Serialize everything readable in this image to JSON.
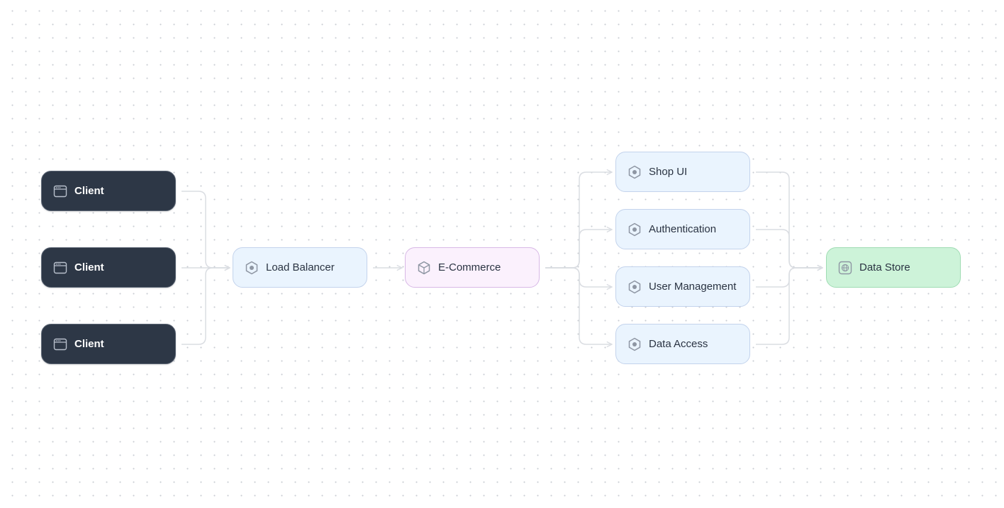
{
  "diagram": {
    "nodes": {
      "client_1": {
        "label": "Client",
        "icon": "browser-window-icon"
      },
      "client_2": {
        "label": "Client",
        "icon": "browser-window-icon"
      },
      "client_3": {
        "label": "Client",
        "icon": "browser-window-icon"
      },
      "load_balancer": {
        "label": "Load Balancer",
        "icon": "hexagon-service-icon"
      },
      "ecommerce": {
        "label": "E-Commerce",
        "icon": "cube-icon"
      },
      "shop_ui": {
        "label": "Shop UI",
        "icon": "hexagon-service-icon"
      },
      "authentication": {
        "label": "Authentication",
        "icon": "hexagon-service-icon"
      },
      "user_management": {
        "label": "User Management",
        "icon": "hexagon-service-icon"
      },
      "data_access": {
        "label": "Data Access",
        "icon": "hexagon-service-icon"
      },
      "data_store": {
        "label": "Data Store",
        "icon": "database-icon"
      }
    },
    "edges": [
      {
        "from": "client_1",
        "to": "load_balancer"
      },
      {
        "from": "client_2",
        "to": "load_balancer"
      },
      {
        "from": "client_3",
        "to": "load_balancer"
      },
      {
        "from": "load_balancer",
        "to": "ecommerce"
      },
      {
        "from": "ecommerce",
        "to": "shop_ui"
      },
      {
        "from": "ecommerce",
        "to": "authentication"
      },
      {
        "from": "ecommerce",
        "to": "user_management"
      },
      {
        "from": "ecommerce",
        "to": "data_access"
      },
      {
        "from": "shop_ui",
        "to": "data_store"
      },
      {
        "from": "authentication",
        "to": "data_store"
      },
      {
        "from": "user_management",
        "to": "data_store"
      },
      {
        "from": "data_access",
        "to": "data_store"
      }
    ],
    "colors": {
      "client_fill": "#2d3746",
      "service_fill": "#eaf4fe",
      "app_fill": "#fbf1fd",
      "store_fill": "#cdf3d9",
      "edge": "#dadde2"
    }
  }
}
